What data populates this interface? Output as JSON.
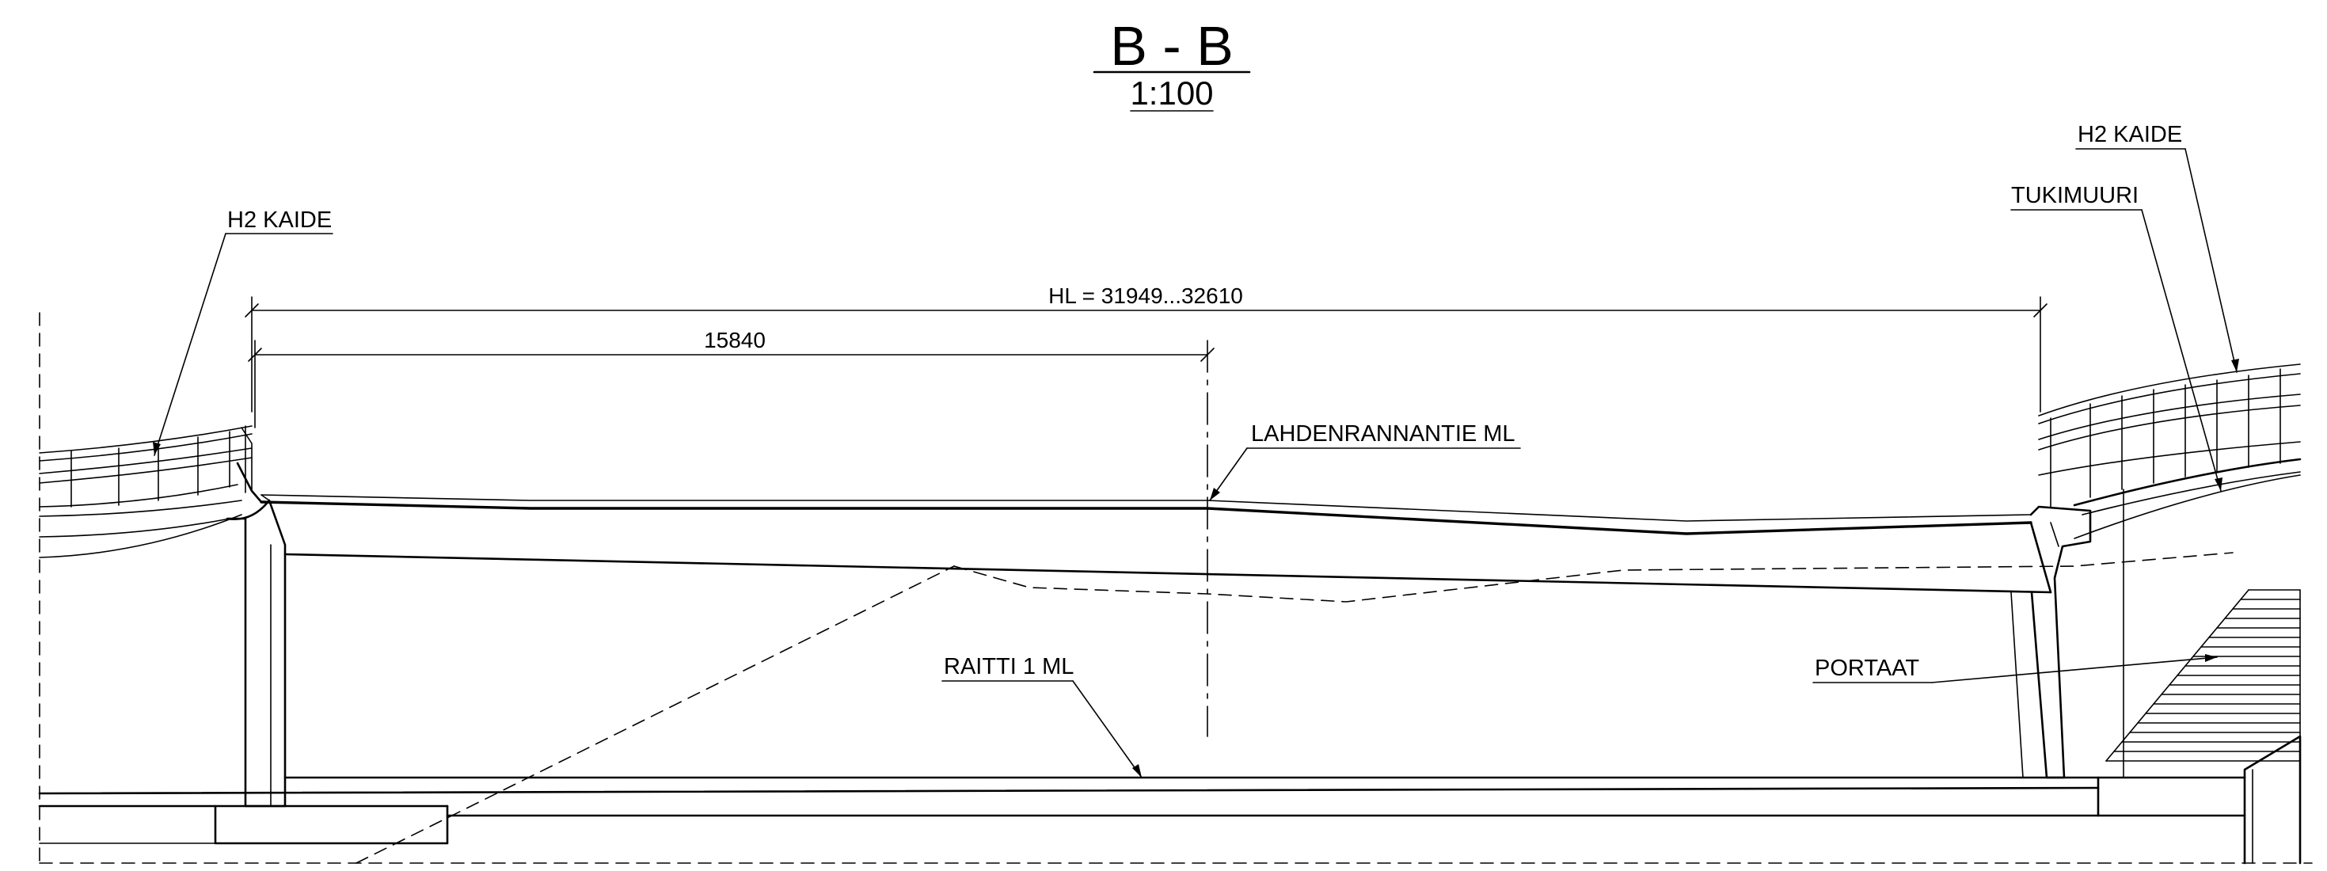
{
  "title": "B - B",
  "scale": "1:100",
  "dimensions": {
    "span": "HL = 31949...32610",
    "half_span": "15840"
  },
  "labels": {
    "railing_left": "H2 KAIDE",
    "railing_right": "H2 KAIDE",
    "retaining_wall": "TUKIMUURI",
    "road": "LAHDENRANNANTIE ML",
    "tram": "RAITTI 1 ML",
    "stairs": "PORTAAT"
  }
}
